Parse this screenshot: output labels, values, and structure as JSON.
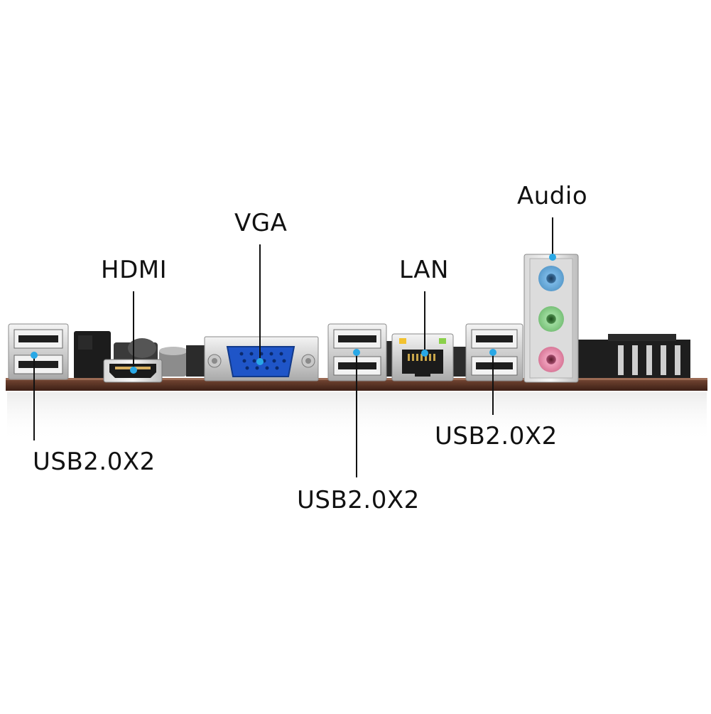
{
  "labels": {
    "usb_left": "USB2.0X2",
    "hdmi": "HDMI",
    "vga": "VGA",
    "usb_center": "USB2.0X2",
    "lan": "LAN",
    "usb_right": "USB2.0X2",
    "audio": "Audio"
  },
  "colors": {
    "callout_dot": "#29a8e6",
    "callout_line": "#111111",
    "pcb": "#5a3224",
    "vga_port": "#1f55c8",
    "audio_blue": "#7ab8e6",
    "audio_green": "#8cd08c",
    "audio_pink": "#e88aa8",
    "lan_led_yellow": "#f2c230",
    "lan_led_green": "#8ad04a"
  },
  "icons": [
    "usb-port-icon",
    "hdmi-port-icon",
    "vga-port-icon",
    "rj45-port-icon",
    "audio-jack-icon"
  ]
}
